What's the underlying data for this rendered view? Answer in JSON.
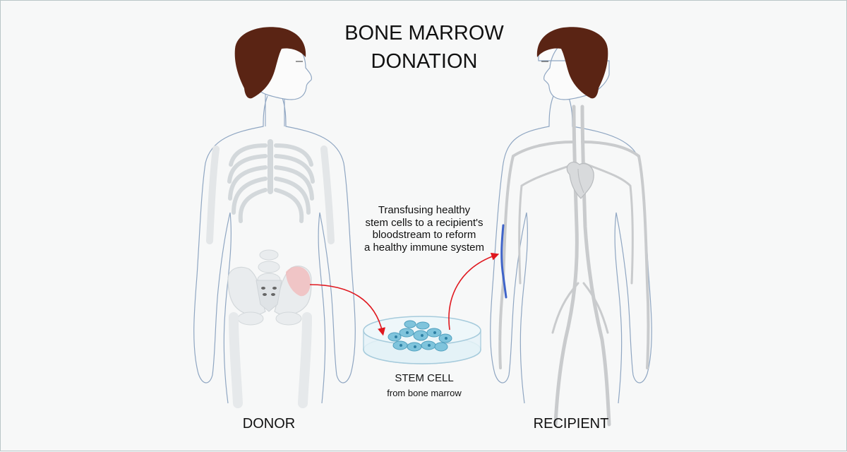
{
  "diagram": {
    "title_lines": [
      "BONE MARROW",
      "DONATION"
    ],
    "description_lines": [
      "Transfusing healthy",
      "stem cells to a recipient's",
      "bloodstream to reform",
      "a healthy immune system"
    ],
    "stem_cell_title": "STEM CELL",
    "stem_cell_subtitle": "from bone marrow",
    "donor_label": "DONOR",
    "recipient_label": "RECIPIENT"
  },
  "colors": {
    "background": "#f7f8f8",
    "hair": "#5a2414",
    "body_outline": "#8fa6c2",
    "bone": "#e9ecee",
    "bone_stroke": "#d3d8db",
    "arrow": "#e0181f",
    "vein_gray": "#c9cbcd",
    "vein_blue": "#3f64c9",
    "marrow_highlight": "#f2b8b8",
    "cell": "#7fc4dc"
  }
}
